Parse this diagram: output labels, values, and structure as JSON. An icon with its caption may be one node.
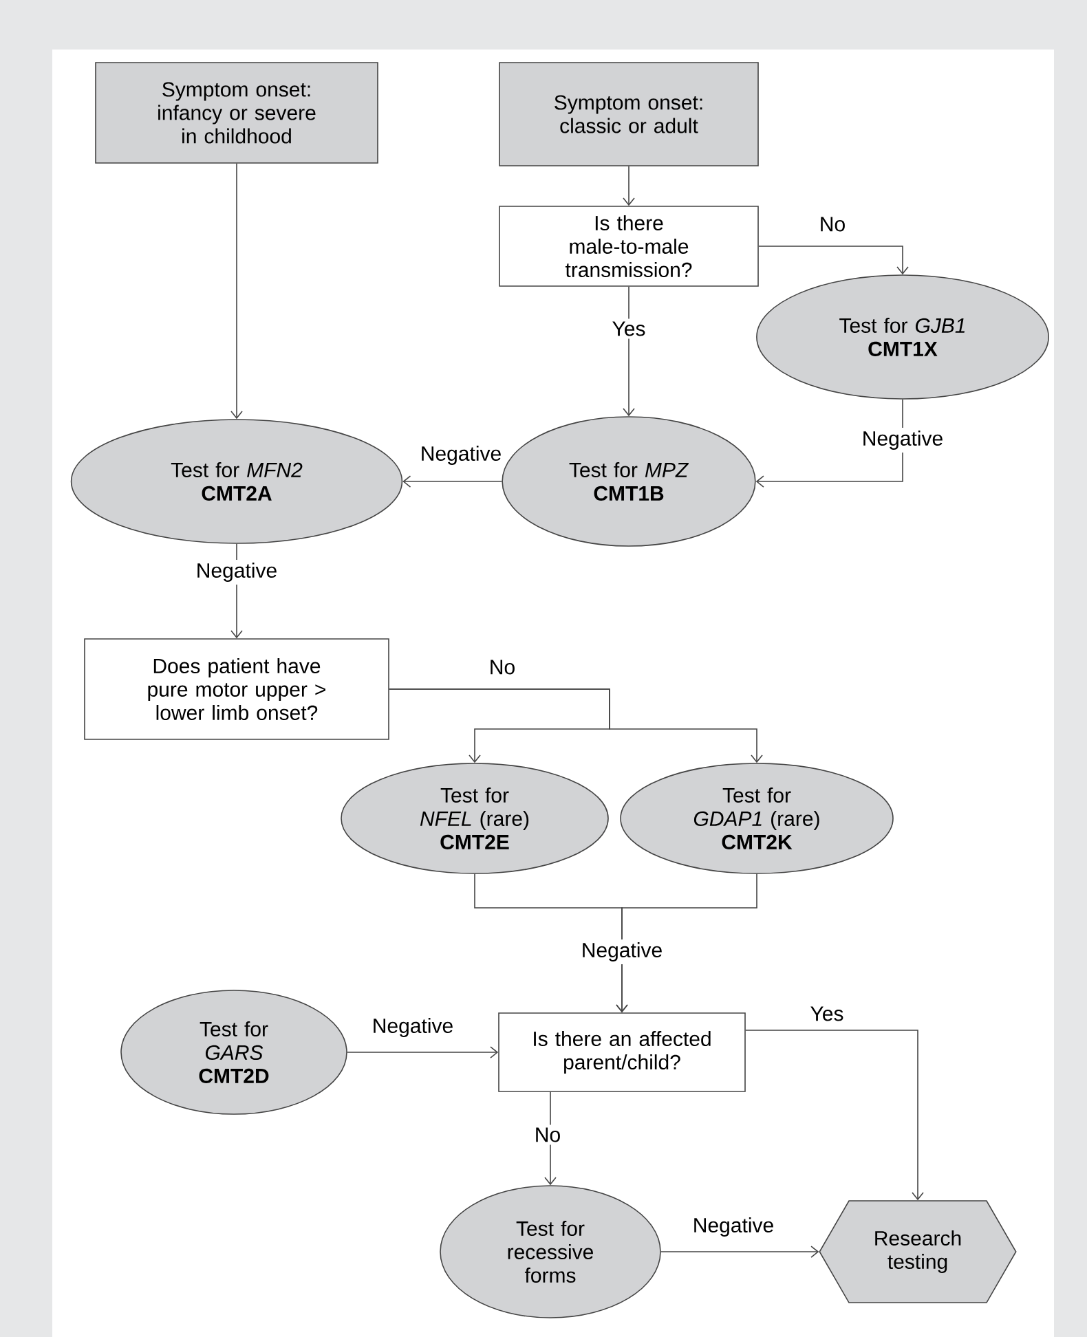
{
  "diagram": {
    "nodes": [
      {
        "text": [
          "Symptom onset: infancy or severe in childhood"
        ]
      },
      {
        "text": [
          "Symptom onset: classic or adult"
        ]
      },
      {
        "text": [
          "Is there male-to-male transmission?"
        ]
      },
      {
        "text": [
          "Test for *GJB1*",
          "CMT1X"
        ]
      },
      {
        "text": [
          "Test for *MPZ*",
          "CMT1B"
        ]
      },
      {
        "text": [
          "Test for *MFN2*",
          "CMT2A"
        ]
      },
      {
        "text": [
          "Does patient have pure motor upper > lower limb onset?"
        ]
      },
      {
        "text": [
          "Test for *NFEL* (rare)",
          "CMT2E"
        ]
      },
      {
        "text": [
          "Test for *GDAP1* (rare)",
          "CMT2K"
        ]
      },
      {
        "text": [
          "Test for *GARS*",
          "CMT2D"
        ]
      },
      {
        "text": [
          "Is there an affected parent/child?"
        ]
      },
      {
        "text": [
          "Test for recessive forms"
        ]
      },
      {
        "text": [
          "Research testing"
        ]
      }
    ],
    "edges": [
      {
        "from": 0,
        "to": 5,
        "arrow": "to"
      },
      {
        "from": 1,
        "to": 2,
        "arrow": "to"
      },
      {
        "from": 2,
        "to": 3,
        "arrow": "to",
        "label": "No"
      },
      {
        "from": 2,
        "to": 4,
        "arrow": "to",
        "label": "Yes"
      },
      {
        "from": 3,
        "to": 4,
        "arrow": "to",
        "label": "Negative"
      },
      {
        "from": 4,
        "to": 5,
        "arrow": "to",
        "label": "Negative"
      },
      {
        "from": 5,
        "to": 6,
        "arrow": "to",
        "label": "Negative"
      },
      {
        "from": 6,
        "to": 7,
        "arrow": "to",
        "label": "No"
      },
      {
        "from": 6,
        "to": 8,
        "arrow": "to"
      },
      {
        "from": 7,
        "to": 10,
        "arrow": "to",
        "label": "Negative"
      },
      {
        "from": 8,
        "to": 10,
        "arrow": "to"
      },
      {
        "from": 9,
        "to": 10,
        "arrow": "to",
        "label": "Negative"
      },
      {
        "from": 10,
        "to": 12,
        "arrow": "to",
        "label": "Yes"
      },
      {
        "from": 10,
        "to": 11,
        "arrow": "to",
        "label": "No"
      },
      {
        "from": 11,
        "to": 12,
        "arrow": "to",
        "label": "Negative"
      }
    ]
  }
}
